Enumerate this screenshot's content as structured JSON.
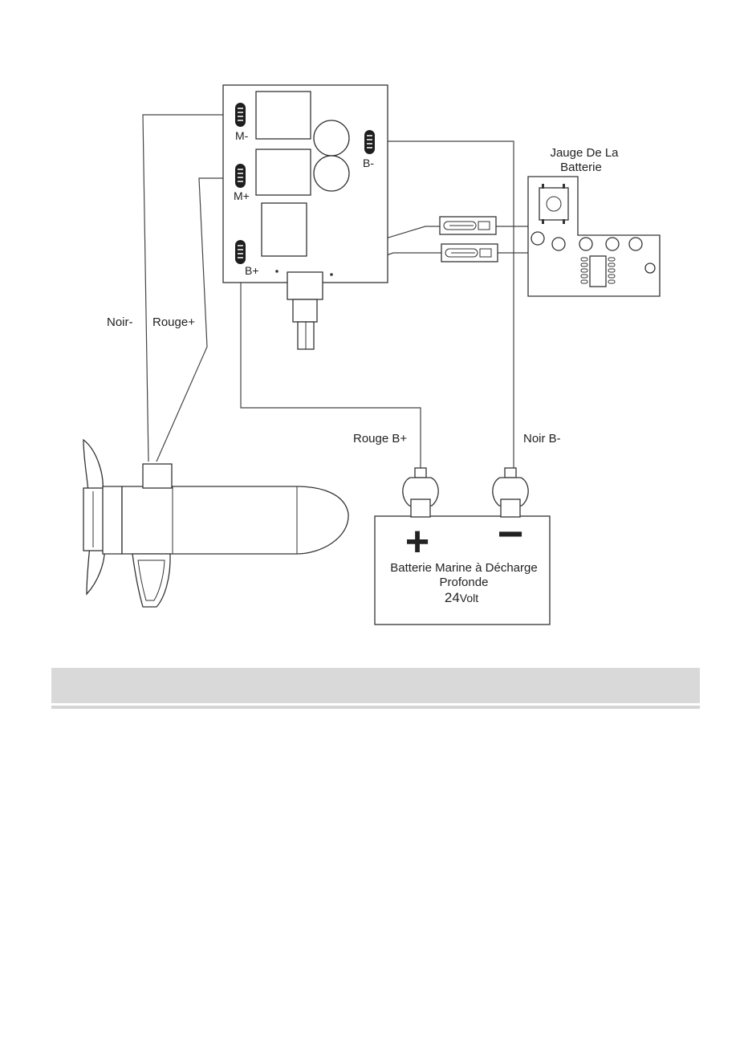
{
  "diagram": {
    "terminals": {
      "m_minus": "M-",
      "m_plus": "M+",
      "b_plus": "B+",
      "b_minus": "B-"
    },
    "gauge_label_line1": "Jauge De La",
    "gauge_label_line2": "Batterie",
    "wire_black_motor": "Noir-",
    "wire_red_motor": "Rouge+",
    "wire_red_battery": "Rouge B+",
    "wire_black_battery": "Noir B-",
    "battery": {
      "plus_symbol": "+",
      "minus_symbol": "−",
      "name_line1": "Batterie Marine à Décharge",
      "name_line2": "Profonde",
      "voltage_number": "24",
      "voltage_unit": "Volt"
    }
  }
}
